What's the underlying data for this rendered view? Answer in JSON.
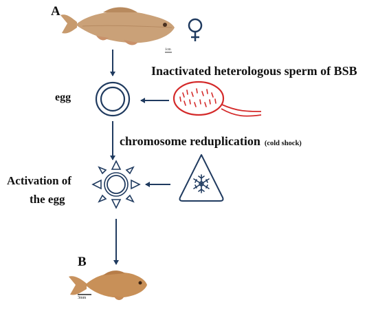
{
  "labels": {
    "panel_a": "A",
    "panel_b": "B",
    "egg": "egg",
    "sperm": "Inactivated heterologous sperm of BSB",
    "chromosome": "chromosome reduplication",
    "cold_shock": "(cold shock)",
    "activation_line1": "Activation of",
    "activation_line2": "the egg",
    "scale_a": "1cm",
    "scale_b": "3mm"
  },
  "icons": {
    "female": "female-symbol-icon",
    "egg": "egg-icon",
    "sperm": "sperm-icon",
    "activated_egg": "sun-icon",
    "cold_warning": "snowflake-warning-icon",
    "fish_a": "fish-icon",
    "fish_b": "fish-icon"
  },
  "colors": {
    "navy": "#1f3a5f",
    "sperm_red": "#d42a2a",
    "fish_body": "#c8925e"
  }
}
